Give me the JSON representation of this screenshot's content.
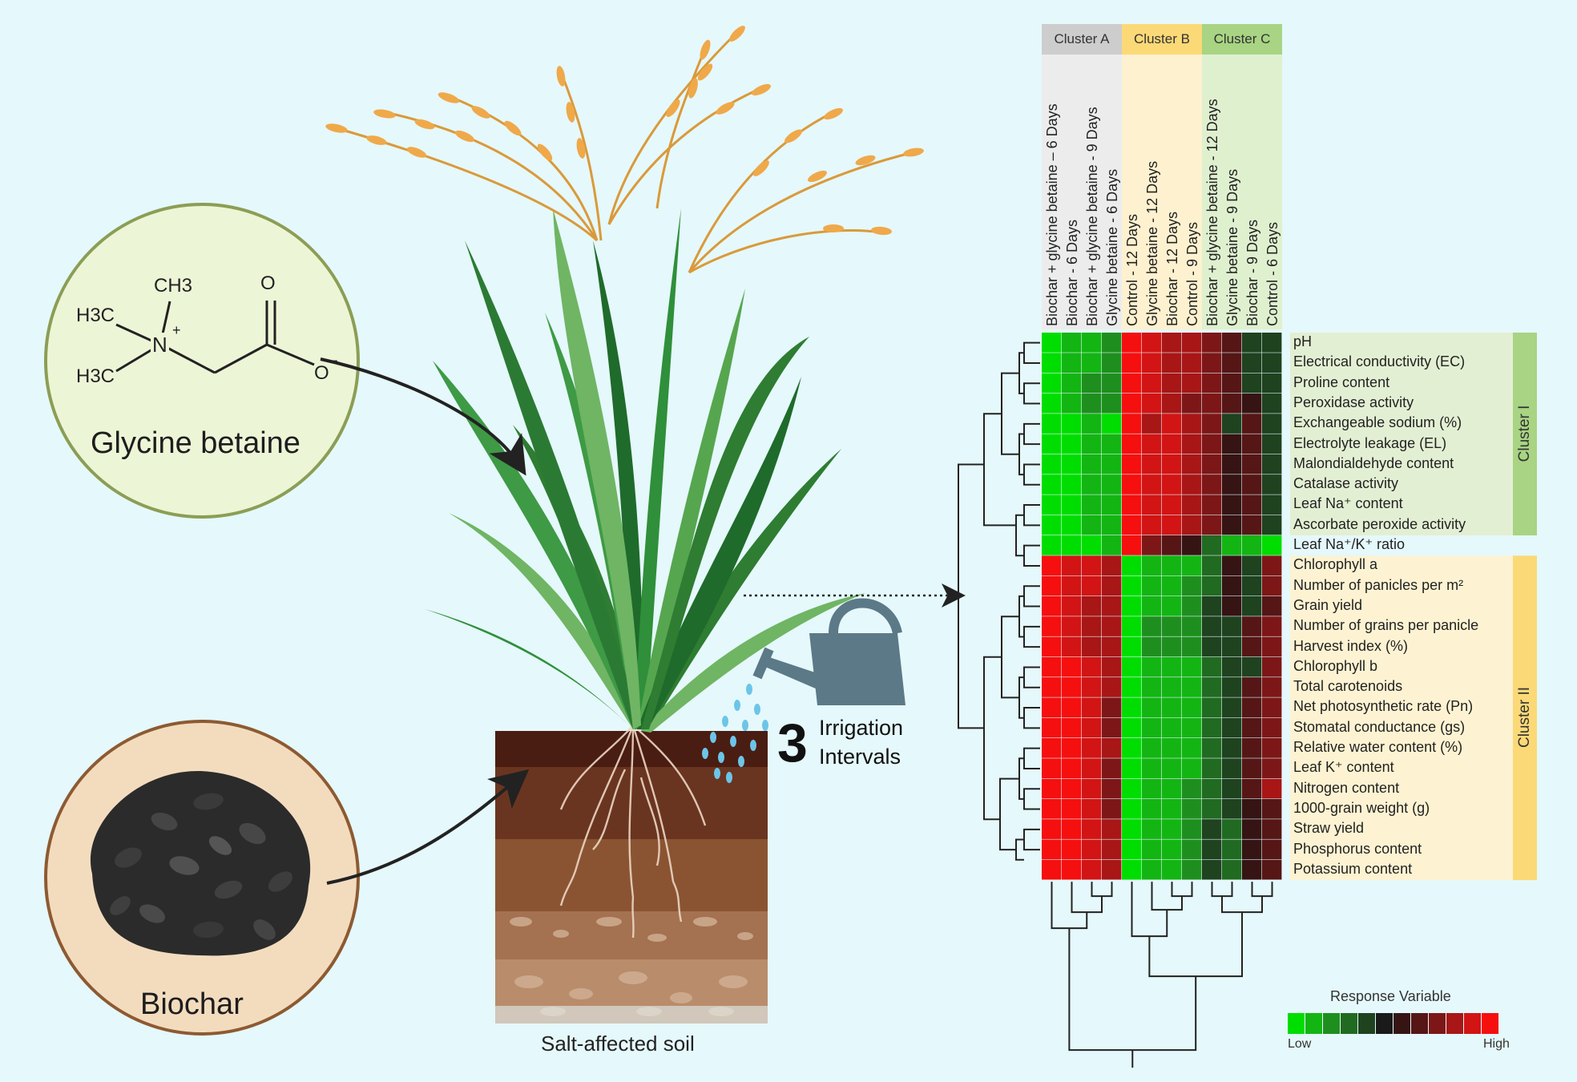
{
  "glycine_label": "Glycine betaine",
  "biochar_label": "Biochar",
  "soil_label": "Salt-affected soil",
  "irrigation": {
    "number": "3",
    "line1": "Irrigation",
    "line2": "Intervals"
  },
  "molecule": {
    "ch3": "CH3",
    "h3c_top": "H3C",
    "h3c_bottom": "H3C",
    "n": "N",
    "plus": "+",
    "o_top": "O",
    "o_minus": "O",
    "minus": "−"
  },
  "heatmap": {
    "clusters": [
      {
        "name": "Cluster A",
        "color": "#cdcdcd",
        "band": "#ececec",
        "n": 4
      },
      {
        "name": "Cluster B",
        "color": "#fbd977",
        "band": "#fdf1cf",
        "n": 4
      },
      {
        "name": "Cluster C",
        "color": "#a8d483",
        "band": "#dff0cf",
        "n": 4
      }
    ],
    "columns": [
      "Biochar + glycine betaine – 6 Days",
      "Biochar - 6 Days",
      "Biochar + glycine betaine - 9 Days",
      "Glycine betaine - 6 Days",
      "Control - 12 Days",
      "Glycine betaine - 12 Days",
      "Biochar - 12 Days",
      "Control - 9 Days",
      "Biochar + glycine betaine - 12 Days",
      "Glycine betaine - 9 Days",
      "Biochar - 9 Days",
      "Control - 6 Days"
    ],
    "rows": [
      "pH",
      "Electrical conductivity (EC)",
      "Proline content",
      "Peroxidase activity",
      "Exchangeable sodium (%)",
      "Electrolyte leakage (EL)",
      "Malondialdehyde content",
      "Catalase activity",
      "Leaf Na⁺ content",
      "Ascorbate peroxide activity",
      "Leaf Na⁺/K⁺ ratio",
      "Chlorophyll a",
      "Number of panicles per m²",
      "Grain yield",
      "Number of grains per panicle",
      "Harvest index (%)",
      "Chlorophyll b",
      "Total carotenoids",
      "Net photosynthetic rate (Pn)",
      "Stomatal conductance (gs)",
      "Relative water content (%)",
      "Leaf K⁺ content",
      "Nitrogen content",
      "1000-grain weight (g)",
      "Straw yield",
      "Phosphorus content",
      "Potassium content"
    ],
    "row_clusters": [
      {
        "name": "Cluster I",
        "start": 0,
        "end": 9,
        "color": "#a8d483"
      },
      {
        "name": "Cluster II",
        "start": 11,
        "end": 26,
        "color": "#fbd977"
      }
    ],
    "values": [
      [
        -5,
        -4,
        -4,
        -3,
        5,
        4,
        3,
        3,
        2,
        1,
        -1,
        -1
      ],
      [
        -5,
        -4,
        -4,
        -3,
        5,
        4,
        3,
        3,
        2,
        1,
        -1,
        -1
      ],
      [
        -5,
        -4,
        -3,
        -3,
        5,
        4,
        3,
        3,
        2,
        1,
        -1,
        -1
      ],
      [
        -5,
        -4,
        -3,
        -3,
        5,
        4,
        3,
        2,
        2,
        1,
        0,
        -1
      ],
      [
        -5,
        -5,
        -4,
        -5,
        5,
        3,
        4,
        3,
        2,
        -1,
        1,
        -1
      ],
      [
        -5,
        -5,
        -4,
        -4,
        5,
        4,
        4,
        3,
        2,
        0,
        1,
        -1
      ],
      [
        -5,
        -5,
        -4,
        -4,
        5,
        4,
        4,
        3,
        2,
        0,
        1,
        -1
      ],
      [
        -5,
        -5,
        -4,
        -4,
        5,
        4,
        4,
        3,
        2,
        0,
        1,
        -1
      ],
      [
        -5,
        -5,
        -4,
        -4,
        5,
        4,
        4,
        3,
        2,
        0,
        1,
        -1
      ],
      [
        -5,
        -5,
        -4,
        -4,
        5,
        4,
        4,
        3,
        2,
        0,
        1,
        -1
      ],
      [
        -5,
        -5,
        -5,
        -4,
        5,
        2,
        1,
        0,
        -2,
        -4,
        -4,
        -5
      ],
      [
        5,
        4,
        4,
        3,
        -5,
        -4,
        -4,
        -4,
        -2,
        0,
        -1,
        2
      ],
      [
        5,
        4,
        4,
        3,
        -5,
        -4,
        -4,
        -3,
        -2,
        0,
        -1,
        2
      ],
      [
        5,
        4,
        3,
        3,
        -5,
        -4,
        -4,
        -3,
        -1,
        0,
        -1,
        1
      ],
      [
        5,
        4,
        3,
        3,
        -5,
        -3,
        -3,
        -3,
        -1,
        -1,
        1,
        2
      ],
      [
        5,
        4,
        3,
        3,
        -5,
        -3,
        -3,
        -3,
        -1,
        -1,
        1,
        2
      ],
      [
        5,
        5,
        4,
        3,
        -5,
        -4,
        -4,
        -4,
        -2,
        -1,
        -1,
        2
      ],
      [
        5,
        5,
        4,
        3,
        -5,
        -4,
        -4,
        -4,
        -2,
        -1,
        1,
        2
      ],
      [
        5,
        5,
        4,
        2,
        -5,
        -4,
        -4,
        -4,
        -2,
        -1,
        1,
        2
      ],
      [
        5,
        5,
        4,
        2,
        -5,
        -4,
        -4,
        -4,
        -2,
        -1,
        1,
        2
      ],
      [
        5,
        5,
        4,
        3,
        -5,
        -4,
        -4,
        -4,
        -2,
        -1,
        1,
        2
      ],
      [
        5,
        5,
        4,
        2,
        -5,
        -4,
        -4,
        -4,
        -2,
        -1,
        1,
        2
      ],
      [
        5,
        5,
        4,
        2,
        -5,
        -4,
        -4,
        -3,
        -2,
        -1,
        1,
        3
      ],
      [
        5,
        5,
        4,
        2,
        -5,
        -4,
        -4,
        -3,
        -2,
        -1,
        0,
        1
      ],
      [
        5,
        5,
        4,
        3,
        -5,
        -4,
        -4,
        -3,
        -1,
        -2,
        0,
        1
      ],
      [
        5,
        5,
        4,
        3,
        -5,
        -4,
        -4,
        -3,
        -1,
        -2,
        0,
        1
      ],
      [
        5,
        5,
        4,
        3,
        -5,
        -4,
        -4,
        -3,
        -1,
        -2,
        0,
        1
      ]
    ],
    "legend": {
      "title": "Response Variable",
      "low": "Low",
      "high": "High",
      "colors": [
        "#00dd00",
        "#13b513",
        "#1e8f1e",
        "#216a21",
        "#1f421f",
        "#1a1a1a",
        "#361414",
        "#561616",
        "#7d1717",
        "#a81616",
        "#d21414",
        "#f50f0f"
      ]
    }
  }
}
